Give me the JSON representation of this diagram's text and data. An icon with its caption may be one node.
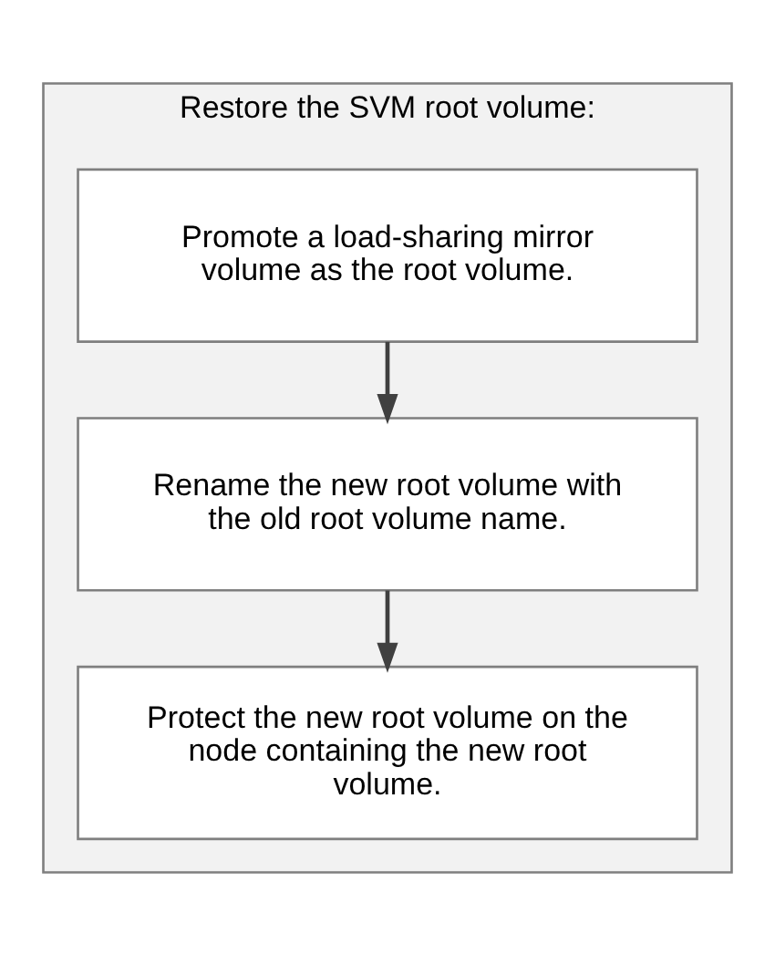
{
  "diagram": {
    "nodes": [
      {
        "text": [
          "Restore the SVM root volume:"
        ]
      },
      {
        "text": [
          "Promote a load-sharing mirror volume as the root volume."
        ],
        "in": 0
      },
      {
        "text": [
          "Rename the new root volume with the old root volume name."
        ],
        "in": 0
      },
      {
        "text": [
          "Protect the new root volume on the node containing the new root volume."
        ],
        "in": 0
      }
    ],
    "edges": [
      {
        "from": 1,
        "to": 2,
        "arrow": "to"
      },
      {
        "from": 2,
        "to": 3,
        "arrow": "to"
      }
    ]
  }
}
